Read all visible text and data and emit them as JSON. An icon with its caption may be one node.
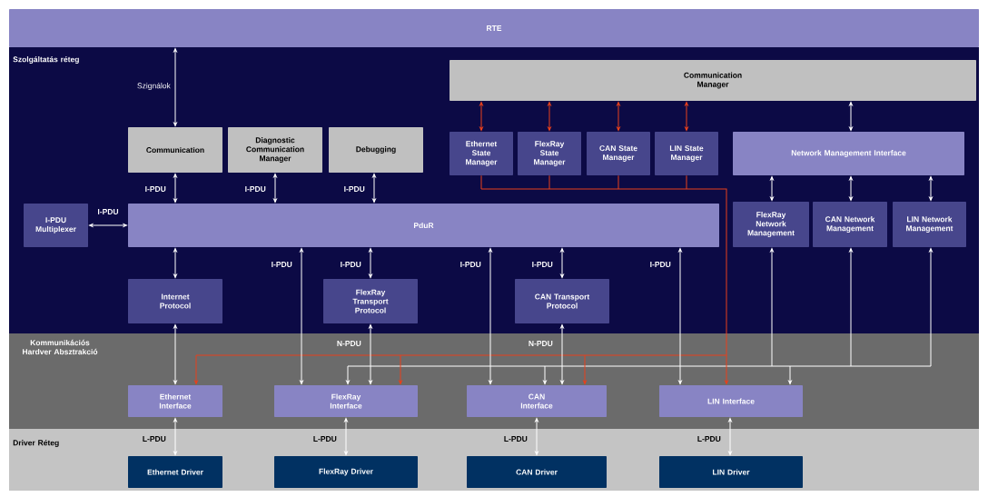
{
  "diagram": {
    "nodes": [
      {
        "text": [
          "RTE"
        ]
      },
      {
        "text": [
          "Szolgáltatás réteg"
        ]
      },
      {
        "text": [
          "Communication Manager"
        ],
        "in": 1
      },
      {
        "text": [
          "Communication"
        ],
        "in": 1
      },
      {
        "text": [
          "Diagnostic Communication Manager"
        ],
        "in": 1
      },
      {
        "text": [
          "Debugging"
        ],
        "in": 1
      },
      {
        "text": [
          "Ethernet State Manager"
        ],
        "in": 1
      },
      {
        "text": [
          "FlexRay State Manager"
        ],
        "in": 1
      },
      {
        "text": [
          "CAN State Manager"
        ],
        "in": 1
      },
      {
        "text": [
          "LIN State Manager"
        ],
        "in": 1
      },
      {
        "text": [
          "Network Management Interface"
        ],
        "in": 1
      },
      {
        "text": [
          "I-PDU Multiplexer"
        ],
        "in": 1
      },
      {
        "text": [
          "PduR"
        ],
        "in": 1
      },
      {
        "text": [
          "FlexRay Network Management"
        ],
        "in": 1
      },
      {
        "text": [
          "CAN Network Management"
        ],
        "in": 1
      },
      {
        "text": [
          "LIN Network Management"
        ],
        "in": 1
      },
      {
        "text": [
          "Internet Protocol"
        ],
        "in": 1
      },
      {
        "text": [
          "FlexRay Transport Protocol"
        ],
        "in": 1
      },
      {
        "text": [
          "CAN Transport Protocol"
        ],
        "in": 1
      },
      {
        "text": [
          "Kommunikációs Hardver Absztrakció"
        ]
      },
      {
        "text": [
          "Ethernet Interface"
        ],
        "in": 19
      },
      {
        "text": [
          "FlexRay Interface"
        ],
        "in": 19
      },
      {
        "text": [
          "CAN Interface"
        ],
        "in": 19
      },
      {
        "text": [
          "LIN Interface"
        ],
        "in": 19
      },
      {
        "text": [
          "Driver Réteg"
        ]
      },
      {
        "text": [
          "Ethernet Driver"
        ],
        "in": 24
      },
      {
        "text": [
          "FlexRay Driver"
        ],
        "in": 24
      },
      {
        "text": [
          "CAN Driver"
        ],
        "in": 24
      },
      {
        "text": [
          "LIN Driver"
        ],
        "in": 24
      }
    ],
    "edges": [
      {
        "from": 0,
        "to": 3,
        "arrow": "both",
        "label": "Szignálok"
      },
      {
        "from": 2,
        "to": 6,
        "arrow": "both",
        "color": "#e8401c"
      },
      {
        "from": 2,
        "to": 7,
        "arrow": "both",
        "color": "#e8401c"
      },
      {
        "from": 2,
        "to": 8,
        "arrow": "both",
        "color": "#e8401c"
      },
      {
        "from": 2,
        "to": 9,
        "arrow": "both",
        "color": "#e8401c"
      },
      {
        "from": 2,
        "to": 10,
        "arrow": "both"
      },
      {
        "from": 10,
        "to": 13,
        "arrow": "both"
      },
      {
        "from": 10,
        "to": 14,
        "arrow": "both"
      },
      {
        "from": 10,
        "to": 15,
        "arrow": "both"
      },
      {
        "from": 3,
        "to": 12,
        "arrow": "both",
        "label": "I-PDU"
      },
      {
        "from": 4,
        "to": 12,
        "arrow": "both",
        "label": "I-PDU"
      },
      {
        "from": 5,
        "to": 12,
        "arrow": "both",
        "label": "I-PDU"
      },
      {
        "from": 11,
        "to": 12,
        "arrow": "both",
        "label": "I-PDU"
      },
      {
        "from": 12,
        "to": 16,
        "arrow": "both"
      },
      {
        "from": 12,
        "to": 17,
        "arrow": "both",
        "label": "I-PDU"
      },
      {
        "from": 12,
        "to": 18,
        "arrow": "both",
        "label": "I-PDU"
      },
      {
        "from": 12,
        "to": 21,
        "arrow": "both",
        "label": "I-PDU"
      },
      {
        "from": 12,
        "to": 22,
        "arrow": "both",
        "label": "I-PDU"
      },
      {
        "from": 12,
        "to": 23,
        "arrow": "both",
        "label": "I-PDU"
      },
      {
        "from": 16,
        "to": 20,
        "arrow": "both"
      },
      {
        "from": 17,
        "to": 21,
        "arrow": "both",
        "label": "N-PDU"
      },
      {
        "from": 18,
        "to": 22,
        "arrow": "both",
        "label": "N-PDU"
      },
      {
        "from": 13,
        "to": 21,
        "arrow": "both"
      },
      {
        "from": 13,
        "to": 22,
        "arrow": "both"
      },
      {
        "from": 13,
        "to": 23,
        "arrow": "both"
      },
      {
        "from": 14,
        "to": 21,
        "arrow": "both"
      },
      {
        "from": 14,
        "to": 22,
        "arrow": "both"
      },
      {
        "from": 14,
        "to": 23,
        "arrow": "both"
      },
      {
        "from": 15,
        "to": 21,
        "arrow": "both"
      },
      {
        "from": 15,
        "to": 22,
        "arrow": "both"
      },
      {
        "from": 15,
        "to": 23,
        "arrow": "both"
      },
      {
        "from": 6,
        "to": 20,
        "arrow": "to",
        "color": "#e8401c"
      },
      {
        "from": 6,
        "to": 21,
        "arrow": "to",
        "color": "#e8401c"
      },
      {
        "from": 6,
        "to": 22,
        "arrow": "to",
        "color": "#e8401c"
      },
      {
        "from": 6,
        "to": 23,
        "arrow": "to",
        "color": "#e8401c"
      },
      {
        "from": 7,
        "to": 20,
        "arrow": "to",
        "color": "#e8401c"
      },
      {
        "from": 7,
        "to": 21,
        "arrow": "to",
        "color": "#e8401c"
      },
      {
        "from": 7,
        "to": 22,
        "arrow": "to",
        "color": "#e8401c"
      },
      {
        "from": 7,
        "to": 23,
        "arrow": "to",
        "color": "#e8401c"
      },
      {
        "from": 8,
        "to": 20,
        "arrow": "to",
        "color": "#e8401c"
      },
      {
        "from": 8,
        "to": 21,
        "arrow": "to",
        "color": "#e8401c"
      },
      {
        "from": 8,
        "to": 22,
        "arrow": "to",
        "color": "#e8401c"
      },
      {
        "from": 8,
        "to": 23,
        "arrow": "to",
        "color": "#e8401c"
      },
      {
        "from": 9,
        "to": 20,
        "arrow": "to",
        "color": "#e8401c"
      },
      {
        "from": 9,
        "to": 21,
        "arrow": "to",
        "color": "#e8401c"
      },
      {
        "from": 9,
        "to": 22,
        "arrow": "to",
        "color": "#e8401c"
      },
      {
        "from": 9,
        "to": 23,
        "arrow": "to",
        "color": "#e8401c"
      },
      {
        "from": 20,
        "to": 25,
        "arrow": "both",
        "label": "L-PDU"
      },
      {
        "from": 21,
        "to": 26,
        "arrow": "both",
        "label": "L-PDU"
      },
      {
        "from": 22,
        "to": 27,
        "arrow": "both",
        "label": "L-PDU"
      },
      {
        "from": 23,
        "to": 28,
        "arrow": "both",
        "label": "L-PDU"
      }
    ]
  }
}
